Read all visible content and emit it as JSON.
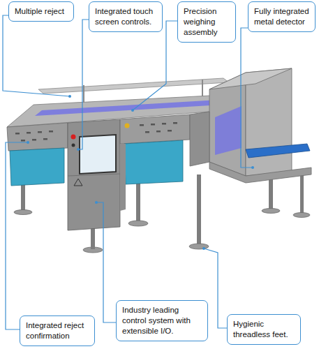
{
  "diagram": {
    "nodes": [
      {
        "text": [
          "Multiple reject"
        ]
      },
      {
        "text": [
          "Integrated touch screen controls."
        ]
      },
      {
        "text": [
          "Precision weighing assembly"
        ]
      },
      {
        "text": [
          "Fully integrated metal detector"
        ]
      },
      {
        "text": [
          "Integrated reject confirmation"
        ]
      },
      {
        "text": [
          "Industry leading control system with extensible I/O."
        ]
      },
      {
        "text": [
          "Hygienic threadless feet."
        ]
      }
    ]
  }
}
